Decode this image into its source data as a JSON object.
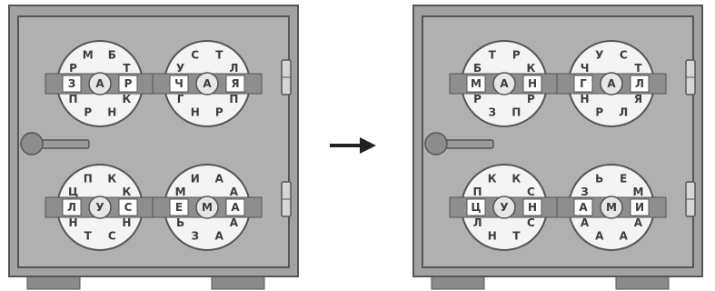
{
  "colors": {
    "body": "#a2a2a2",
    "panel": "#b0b0b0",
    "edge": "#555555",
    "dial_face": "#f4f4f4",
    "dial_bar": "#8e8e8e",
    "dial_cell": "#ffffff",
    "hub": "#e6e6e6",
    "letters": "#3c3c3c"
  },
  "arrow": {
    "icon": "right-arrow-icon"
  },
  "safes": [
    {
      "name": "safe-before",
      "dials": [
        {
          "bar": [
            "З",
            "А",
            "Р"
          ],
          "top": [
            "Р",
            "М",
            "Б",
            "Т"
          ],
          "bottom": [
            "П",
            "Р",
            "Н",
            "К"
          ]
        },
        {
          "bar": [
            "Ч",
            "А",
            "Я"
          ],
          "top": [
            "У",
            "С",
            "Т",
            "Л"
          ],
          "bottom": [
            "Г",
            "Н",
            "Р",
            "П"
          ]
        },
        {
          "bar": [
            "Л",
            "У",
            "С"
          ],
          "top": [
            "Ц",
            "П",
            "К",
            "К"
          ],
          "bottom": [
            "Н",
            "Т",
            "С",
            "Н"
          ]
        },
        {
          "bar": [
            "Е",
            "М",
            "А"
          ],
          "top": [
            "М",
            "И",
            "А",
            "А"
          ],
          "bottom": [
            "Ь",
            "З",
            "А",
            "А"
          ]
        }
      ]
    },
    {
      "name": "safe-after",
      "dials": [
        {
          "bar": [
            "М",
            "А",
            "Н"
          ],
          "top": [
            "Б",
            "Т",
            "Р",
            "К"
          ],
          "bottom": [
            "Р",
            "З",
            "П",
            "Р"
          ]
        },
        {
          "bar": [
            "Г",
            "А",
            "Л"
          ],
          "top": [
            "Ч",
            "У",
            "С",
            "Т"
          ],
          "bottom": [
            "Н",
            "Р",
            "Л",
            "Я"
          ]
        },
        {
          "bar": [
            "Ц",
            "У",
            "Н"
          ],
          "top": [
            "П",
            "К",
            "К",
            "С"
          ],
          "bottom": [
            "Л",
            "Н",
            "Т",
            "С"
          ]
        },
        {
          "bar": [
            "А",
            "М",
            "И"
          ],
          "top": [
            "З",
            "Ь",
            "Е",
            "М"
          ],
          "bottom": [
            "А",
            "А",
            "А",
            "А"
          ]
        }
      ]
    }
  ]
}
